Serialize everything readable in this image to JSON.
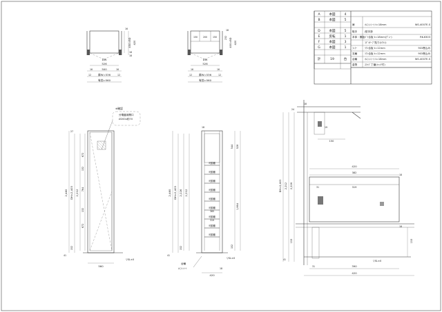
{
  "title_table": {
    "left_rows": [
      {
        "key": "A",
        "label": "本図",
        "num": "4"
      },
      {
        "key": "B",
        "label": "本図",
        "num": "5"
      },
      {
        "key": "D",
        "label": "本図",
        "num": "5"
      },
      {
        "key": "E",
        "label": "反転",
        "num": "1"
      },
      {
        "key": "F",
        "label": "本図",
        "num": "3"
      },
      {
        "key": "G",
        "label": "本図",
        "num": "1"
      }
    ],
    "total_label": "計",
    "total_num": "19",
    "total_unit": "台",
    "spec_rows": [
      {
        "label": "扉",
        "value": "ｵﾚﾌｨﾝｼｰﾄ t=18mm",
        "code": "WS-4007E-S"
      },
      {
        "label": "取手",
        "value": "J型手掛",
        "code": ""
      },
      {
        "label": "本体・棚板",
        "value": "ﾎﾟﾘ合板 t=18mm(ｸﾞﾚｰ)",
        "code": "RK-6303"
      },
      {
        "label": "",
        "value": "ｺﾃﾞｵﾃｰﾌﾟ貼り(ﾎﾜｲﾄ)",
        "code": ""
      },
      {
        "label": "ﾌｨﾗｰ",
        "value": "ﾗﾜﾝ合板 t=12mm",
        "code": "903巻込み"
      },
      {
        "label": "支輪",
        "value": "ﾗﾜﾝ合板 t=12mm",
        "code": "903巻込み"
      },
      {
        "label": "台輪",
        "value": "ｵﾚﾌｨﾝｼｰﾄ t=18mm",
        "code": "WS-4007E-S"
      },
      {
        "label": "金物",
        "value": "ｽﾗｲﾄﾞ丁番(ｷｬｯﾁ付)",
        "code": ""
      }
    ]
  },
  "plan_left": {
    "dims": [
      "DW",
      "526",
      "500",
      "16",
      "16",
      "12",
      "扉W=536",
      "12",
      "有効=560",
      "420",
      "450=BD",
      "18",
      "16",
      "18"
    ]
  },
  "plan_right": {
    "dims": [
      "150",
      "200",
      "150",
      "DW",
      "526",
      "16",
      "16",
      "12",
      "扉W=536",
      "12",
      "有効=560",
      "420",
      "400=BD",
      "232",
      "18"
    ]
  },
  "elev_front": {
    "callout_title": "※確認",
    "callout_sub": "分電盤用開口",
    "callout_size": "Ø200x約70",
    "dims": [
      "2,460",
      "DH=2,403",
      "2,212",
      "672",
      "764",
      "672",
      "152",
      "41",
      "27",
      "560",
      "▽SL±0",
      "132",
      "132"
    ]
  },
  "elev_inside": {
    "shelf_label": "可動棚",
    "dims": [
      "2,460",
      "DH=2,403",
      "2,226",
      "2,212",
      "544",
      "528",
      "1,664",
      "365",
      "319",
      "152",
      "41",
      "152",
      "18",
      "420",
      "▽SL±0",
      "台輪",
      "ｵﾚﾌｨﾝｼｰﾄ",
      "18"
    ]
  },
  "section": {
    "dims": [
      "24",
      "18",
      "150",
      "19",
      "420",
      "382",
      "31",
      "319",
      "DH=2,403",
      "2,212",
      "2,226",
      "153",
      "153",
      "41",
      "31",
      "390",
      "420",
      "▽SL±0",
      "18",
      "18"
    ]
  }
}
